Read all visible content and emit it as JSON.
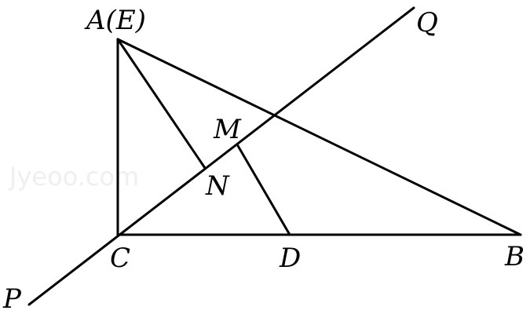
{
  "watermark": "Jyeoo.com",
  "points": {
    "A": "A(E)",
    "B": "B",
    "C": "C",
    "D": "D",
    "M": "M",
    "N": "N",
    "P": "P",
    "Q": "Q"
  },
  "segments": [
    {
      "name": "segment-ac",
      "from": "A",
      "to": "C"
    },
    {
      "name": "segment-cb",
      "from": "C",
      "to": "B"
    },
    {
      "name": "segment-ab",
      "from": "A",
      "to": "B"
    },
    {
      "name": "line-pq",
      "from": "P",
      "to": "Q"
    },
    {
      "name": "segment-an",
      "from": "A",
      "to": "N"
    },
    {
      "name": "segment-md",
      "from": "M",
      "to": "D"
    }
  ]
}
